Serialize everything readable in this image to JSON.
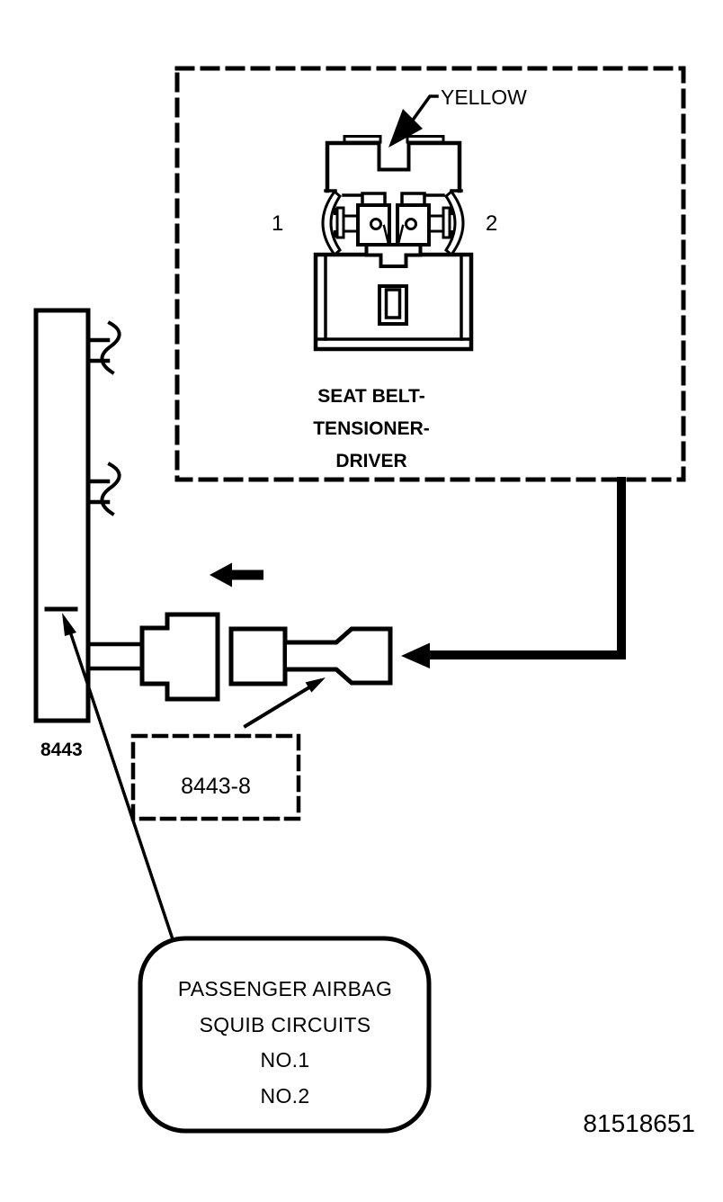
{
  "figure": {
    "number": "81518651",
    "background_color": "#ffffff",
    "line_color": "#000000"
  },
  "connector_detail_box": {
    "wire_color_label": "YELLOW",
    "pin_labels": [
      "1",
      "2"
    ],
    "name_lines": [
      "SEAT BELT-",
      "TENSIONER-",
      "DRIVER"
    ]
  },
  "harness": {
    "connector_label": "8443",
    "terminal_label": "8443-8"
  },
  "callout": {
    "lines": [
      "PASSENGER AIRBAG",
      "SQUIB CIRCUITS",
      "NO.1",
      "NO.2"
    ]
  }
}
